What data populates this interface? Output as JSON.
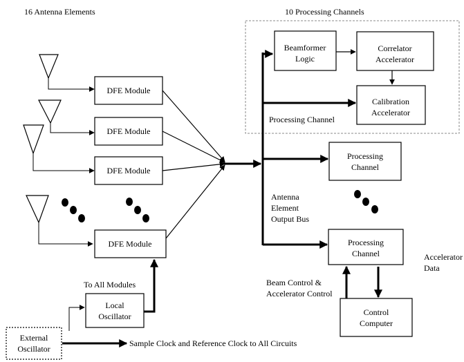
{
  "titles": {
    "antennas": "16 Antenna Elements",
    "channels": "10 Processing Channels"
  },
  "dfe": {
    "module_label": "DFE Module"
  },
  "processing": {
    "beamformer_line1": "Beamformer",
    "beamformer_line2": "Logic",
    "correlator_line1": "Correlator",
    "correlator_line2": "Accelerator",
    "calibration_line1": "Calibration",
    "calibration_line2": "Accelerator",
    "channel_caption": "Processing Channel",
    "channel_line1": "Processing",
    "channel_line2": "Channel"
  },
  "bus": {
    "line1": "Antenna",
    "line2": "Element",
    "line3": "Output Bus"
  },
  "oscillator": {
    "to_all_modules": "To All Modules",
    "local_line1": "Local",
    "local_line2": "Oscillator",
    "external_line1": "External",
    "external_line2": "Oscillator",
    "clock_caption": "Sample Clock and Reference Clock to All Circuits"
  },
  "control": {
    "beam_control_line1": "Beam Control &",
    "beam_control_line2": "Accelerator Control",
    "accelerator_line1": "Accelerator",
    "accelerator_line2": "Data",
    "computer_line1": "Control",
    "computer_line2": "Computer"
  }
}
